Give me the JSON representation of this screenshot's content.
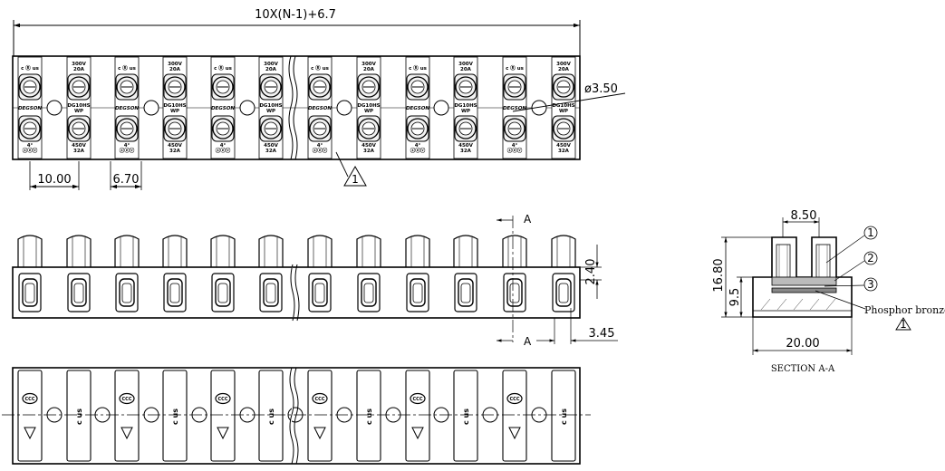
{
  "top_view": {
    "overall_dimension": "10X(N-1)+6.7",
    "pitch_dimension": "10.00",
    "width_dimension": "6.70",
    "hole_dimension": "ø3.50",
    "note_marker": "1",
    "top_row_labels": [
      {
        "lines": [
          "c Ⓡ us"
        ]
      },
      {
        "lines": [
          "300V",
          "20A"
        ]
      },
      {
        "lines": [
          "c Ⓡ us"
        ]
      },
      {
        "lines": [
          "300V",
          "20A"
        ]
      },
      {
        "lines": [
          "c Ⓡ us"
        ]
      },
      {
        "lines": [
          "300V",
          "20A"
        ]
      },
      {
        "lines": [
          "c Ⓡ us"
        ]
      },
      {
        "lines": [
          "300V",
          "20A"
        ]
      },
      {
        "lines": [
          "c Ⓡ us"
        ]
      },
      {
        "lines": [
          "300V",
          "20A"
        ]
      },
      {
        "lines": [
          "c Ⓡ us"
        ]
      },
      {
        "lines": [
          "300V",
          "20A"
        ]
      }
    ],
    "middle_labels": [
      {
        "lines": [
          "DEGSON"
        ]
      },
      {
        "lines": [
          "DG10HS",
          "WP"
        ]
      },
      {
        "lines": [
          "DEGSON"
        ]
      },
      {
        "lines": [
          "DG10HS",
          "WP"
        ]
      },
      {
        "lines": [
          "DEGSON"
        ]
      },
      {
        "lines": [
          "DG10HS",
          "WP"
        ]
      },
      {
        "lines": [
          "DEGSON"
        ]
      },
      {
        "lines": [
          "DG10HS",
          "WP"
        ]
      },
      {
        "lines": [
          "DEGSON"
        ]
      },
      {
        "lines": [
          "DG10HS",
          "WP"
        ]
      },
      {
        "lines": [
          "DEGSON"
        ]
      },
      {
        "lines": [
          "DG10HS",
          "WP"
        ]
      }
    ],
    "bottom_row_labels": [
      {
        "lines": [
          "4°",
          "ⓢⓔⓥ"
        ]
      },
      {
        "lines": [
          "450V",
          "32A"
        ]
      },
      {
        "lines": [
          "4°",
          "ⓢⓔⓥ"
        ]
      },
      {
        "lines": [
          "450V",
          "32A"
        ]
      },
      {
        "lines": [
          "4°",
          "ⓢⓔⓥ"
        ]
      },
      {
        "lines": [
          "450V",
          "32A"
        ]
      },
      {
        "lines": [
          "4°",
          "ⓢⓔⓥ"
        ]
      },
      {
        "lines": [
          "450V",
          "32A"
        ]
      },
      {
        "lines": [
          "4°",
          "ⓢⓔⓥ"
        ]
      },
      {
        "lines": [
          "450V",
          "32A"
        ]
      },
      {
        "lines": [
          "4°",
          "ⓢⓔⓥ"
        ]
      },
      {
        "lines": [
          "450V",
          "32A"
        ]
      }
    ]
  },
  "front_view": {
    "section_marker_top": "A",
    "section_marker_bottom": "A",
    "height_dimension": "2.40",
    "offset_dimension": "3.45"
  },
  "bottom_view": {
    "marks": [
      "CCC",
      "c us"
    ]
  },
  "section_view": {
    "width_top_dimension": "8.50",
    "height_total_dimension": "16.80",
    "height_inner_dimension": "9.5",
    "width_bottom_dimension": "20.00",
    "callouts": [
      "1",
      "2",
      "3"
    ],
    "material_label": "Phosphor bronze",
    "note_marker": "1",
    "title": "SECTION A-A"
  }
}
